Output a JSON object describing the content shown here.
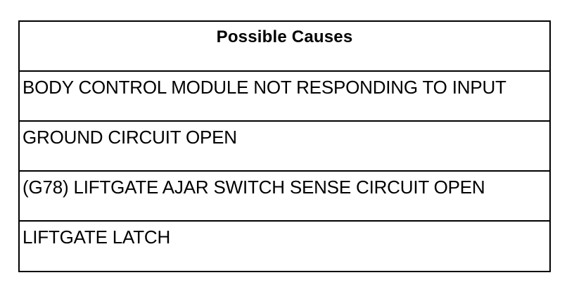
{
  "table": {
    "header": "Possible Causes",
    "rows": [
      "BODY CONTROL MODULE NOT RESPONDING TO INPUT",
      "GROUND CIRCUIT OPEN",
      "(G78) LIFTGATE AJAR SWITCH SENSE CIRCUIT OPEN",
      "LIFTGATE LATCH"
    ]
  }
}
